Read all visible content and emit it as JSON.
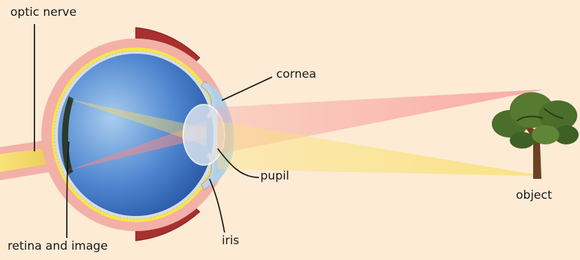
{
  "labels": {
    "optic_nerve": "optic nerve",
    "cornea": "cornea",
    "pupil": "pupil",
    "iris": "iris",
    "retina_and_image": "retina and image",
    "object": "object"
  },
  "colors": {
    "background": "#fdebd6",
    "sclera": "#f3b0a7",
    "choroid": "#f7e64a",
    "vitreous": "#2f66b8",
    "cornea": "#a9d3ef",
    "muscle": "#a8302f",
    "ray_upper": "#f58a8a",
    "ray_lower": "#f7d04a",
    "tree_foliage": "#4b6e2a",
    "tree_trunk": "#6b4322"
  }
}
